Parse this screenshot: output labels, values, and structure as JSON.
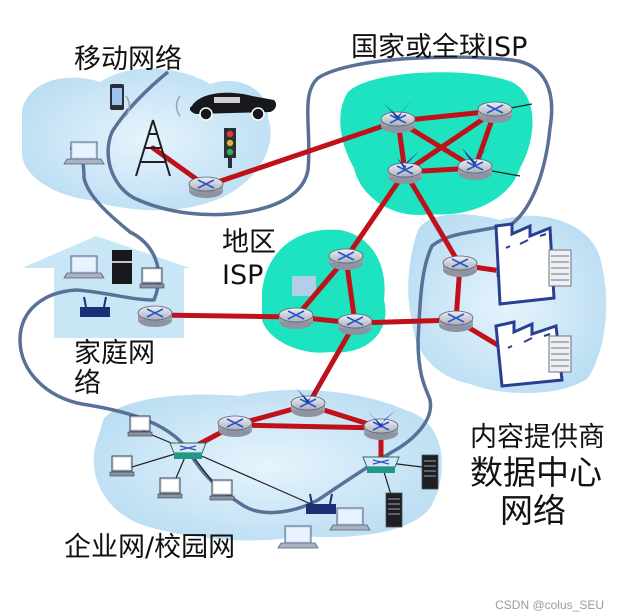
{
  "labels": {
    "mobile": "移动网络",
    "global_isp": "国家或全球ISP",
    "regional_1": "地区",
    "regional_2": "ISP",
    "home_1": "家庭网",
    "home_2": "络",
    "content_1": "内容提供商",
    "content_2": "数据中心",
    "content_3": "网络",
    "enterprise": "企业网/校园网"
  },
  "watermark": "CSDN @colus_SEU",
  "colors": {
    "link_red": "#c0101a",
    "border_blue": "#5a7197",
    "cloud_blue": "#c9e6f7",
    "isp_teal": "#1ee3c0",
    "router_gray": "#b9bec8",
    "router_blue": "#1d3f9c",
    "server_blue": "#2a3e93"
  },
  "icons": [
    "router-icon",
    "cell-tower-icon",
    "laptop-icon",
    "smartphone-icon",
    "car-icon",
    "traffic-light-icon",
    "desktop-icon",
    "wifi-access-point-icon",
    "refrigerator-icon",
    "switch-icon",
    "server-icon",
    "data-center-icon",
    "house-icon"
  ]
}
